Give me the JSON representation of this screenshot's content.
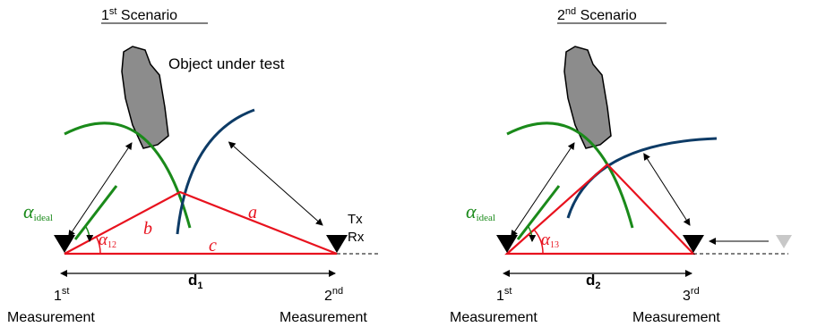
{
  "colors": {
    "green": "#1a8a1a",
    "blue": "#0d3b66",
    "red": "#e8121e",
    "object": "#8c8c8c",
    "ghost_marker": "#c8c8c8"
  },
  "scenario1": {
    "title": "1",
    "title_sup": "st",
    "title_rest": " Scenario",
    "object_label": "Object under test",
    "tx_label": "Tx",
    "rx_label": "Rx",
    "side_a": "a",
    "side_b": "b",
    "side_c": "c",
    "alpha": "α",
    "alpha_ideal_sub": "ideal",
    "alpha_sub": "12",
    "distance": "d",
    "distance_sub": "1",
    "left_num": "1",
    "left_sup": "st",
    "left_word": "Measurement",
    "right_num": "2",
    "right_sup": "nd",
    "right_word": "Measurement"
  },
  "scenario2": {
    "title": "2",
    "title_sup": "nd",
    "title_rest": " Scenario",
    "alpha": "α",
    "alpha_ideal_sub": "ideal",
    "alpha_sub": "13",
    "distance": "d",
    "distance_sub": "2",
    "left_num": "1",
    "left_sup": "st",
    "left_word": "Measurement",
    "right_num": "3",
    "right_sup": "rd",
    "right_word": "Measurement"
  }
}
